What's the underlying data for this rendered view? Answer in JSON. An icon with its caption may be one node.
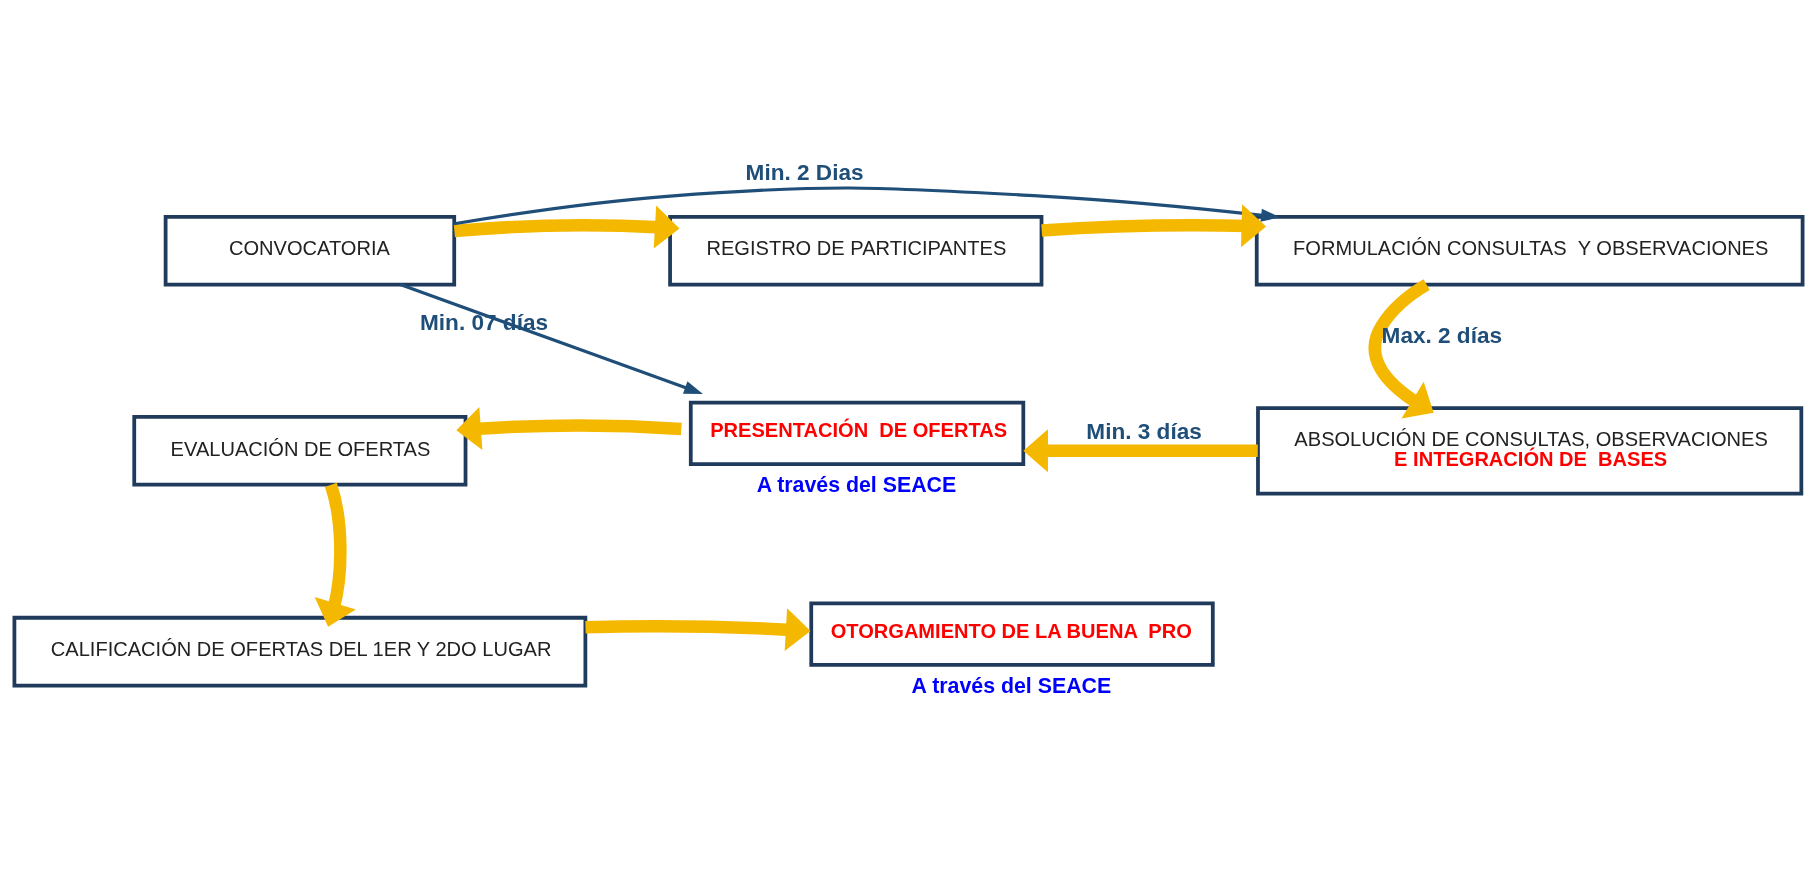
{
  "diagram": {
    "nodes": [
      {
        "text": [
          "CONVOCATORIA"
        ]
      },
      {
        "text": [
          "REGISTRO DE PARTICIPANTES"
        ]
      },
      {
        "text": [
          "FORMULACIÓN CONSULTAS  Y OBSERVACIONES"
        ]
      },
      {
        "text": [
          "ABSOLUCIÓN DE CONSULTAS, OBSERVACIONES",
          "E INTEGRACIÓN DE  BASES"
        ]
      },
      {
        "text": [
          "PRESENTACIÓN  DE OFERTAS"
        ],
        "beside": [
          "A través del SEACE"
        ]
      },
      {
        "text": [
          "EVALUACIÓN DE OFERTAS"
        ]
      },
      {
        "text": [
          "CALIFICACIÓN DE OFERTAS DEL 1ER Y 2DO LUGAR"
        ]
      },
      {
        "text": [
          "OTORGAMIENTO DE LA BUENA  PRO"
        ],
        "beside": [
          "A través del SEACE"
        ]
      }
    ],
    "edges": [
      {
        "from": 0,
        "to": 2,
        "arrow": "to",
        "label": "Min. 2 Dias",
        "color": "#1f4e79"
      },
      {
        "from": 0,
        "to": 1,
        "arrow": "to"
      },
      {
        "from": 1,
        "to": 2,
        "arrow": "to"
      },
      {
        "from": 2,
        "to": 3,
        "arrow": "to",
        "label": "Max. 2 días"
      },
      {
        "from": 0,
        "to": 4,
        "arrow": "to",
        "label": "Min. 07 días",
        "color": "#1f4e79"
      },
      {
        "from": 3,
        "to": 4,
        "arrow": "to",
        "label": "Min. 3 días"
      },
      {
        "from": 4,
        "to": 5,
        "arrow": "to"
      },
      {
        "from": 5,
        "to": 6,
        "arrow": "to"
      },
      {
        "from": 6,
        "to": 7,
        "arrow": "to"
      }
    ]
  }
}
